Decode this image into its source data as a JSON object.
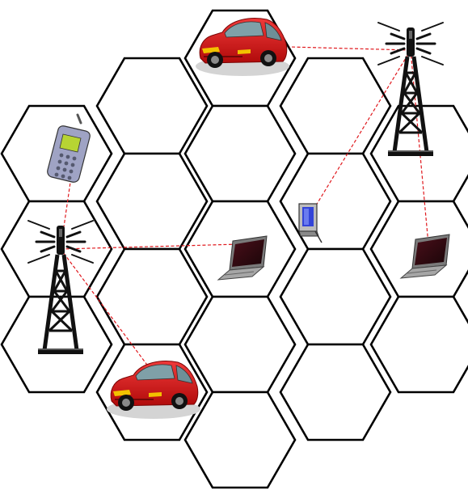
{
  "diagram": {
    "hex_cells": 19,
    "colors": {
      "cell_border": "#000000",
      "link": "#e0191e",
      "car_body": "#d90f12",
      "tower": "#111111",
      "laptop": "#6e6e6e"
    },
    "nodes": [
      {
        "id": "tower-left",
        "icon": "cell-tower-icon"
      },
      {
        "id": "tower-right",
        "icon": "cell-tower-icon"
      },
      {
        "id": "phone",
        "icon": "mobile-phone-icon"
      },
      {
        "id": "car-top",
        "icon": "car-icon"
      },
      {
        "id": "car-bottom",
        "icon": "car-icon"
      },
      {
        "id": "laptop-center",
        "icon": "laptop-icon"
      },
      {
        "id": "laptop-right",
        "icon": "laptop-icon"
      },
      {
        "id": "pda",
        "icon": "handheld-device-icon"
      }
    ],
    "links": [
      {
        "from": "tower-left",
        "to": "phone"
      },
      {
        "from": "tower-left",
        "to": "laptop-center"
      },
      {
        "from": "tower-left",
        "to": "car-bottom"
      },
      {
        "from": "tower-right",
        "to": "car-top"
      },
      {
        "from": "tower-right",
        "to": "pda"
      },
      {
        "from": "tower-right",
        "to": "laptop-right"
      }
    ]
  }
}
